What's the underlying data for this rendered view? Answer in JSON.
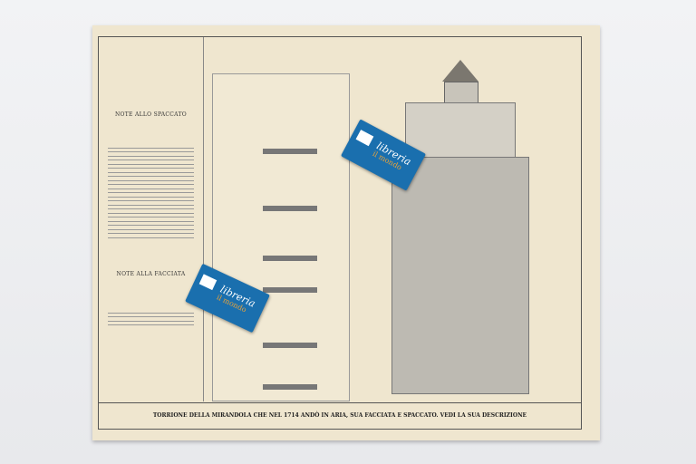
{
  "print": {
    "notes_section_heading": "NOTE ALLO SPACCATO",
    "notes_facade_heading": "NOTE ALLA FACCIATA",
    "caption": "TORRIONE DELLA MIRANDOLA CHE NEL 1714 ANDÒ IN ARIA, SUA FACCIATA E SPACCATO. VEDI LA SUA DESCRIZIONE"
  },
  "cards": {
    "brand": "libreria",
    "sub": "il mondo"
  }
}
